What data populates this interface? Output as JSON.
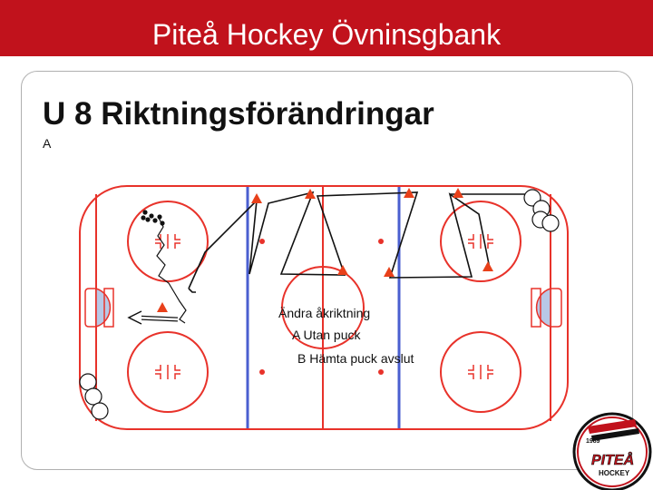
{
  "header": {
    "title": "Piteå Hockey Övninsgbank"
  },
  "drill": {
    "title": "U 8 Riktningsförändringar",
    "subtitle": "A",
    "notes": [
      "Ändra åkriktning",
      "A Utan puck",
      "B Hämta puck avslut"
    ]
  },
  "logo": {
    "year": "1989",
    "text_top": "PITEÅ",
    "text_bottom": "HOCKEY"
  },
  "colors": {
    "brand_red": "#c1121c",
    "rink_red": "#e8322a",
    "blue_line": "#4a5fd0",
    "crease_fill": "#b8c8e6",
    "cone": "#e8401a"
  }
}
